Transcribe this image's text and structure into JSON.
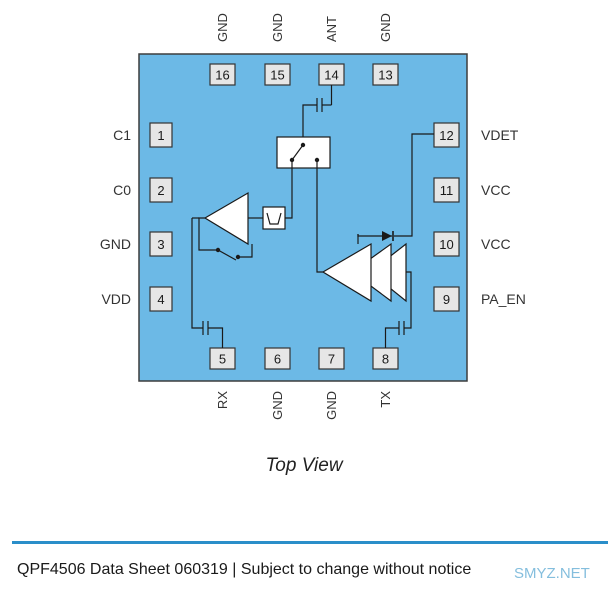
{
  "colors": {
    "die": "#6cb9e6",
    "die_border": "#3d3d3d",
    "pad_fill": "#e6e6e6",
    "rule": "#2a8ec9",
    "watermark": "#6fb3d8"
  },
  "pins": {
    "p1": {
      "num": "1",
      "label": "C1"
    },
    "p2": {
      "num": "2",
      "label": "C0"
    },
    "p3": {
      "num": "3",
      "label": "GND"
    },
    "p4": {
      "num": "4",
      "label": "VDD"
    },
    "p5": {
      "num": "5",
      "label": "RX"
    },
    "p6": {
      "num": "6",
      "label": "GND"
    },
    "p7": {
      "num": "7",
      "label": "GND"
    },
    "p8": {
      "num": "8",
      "label": "TX"
    },
    "p9": {
      "num": "9",
      "label": "PA_EN"
    },
    "p10": {
      "num": "10",
      "label": "VCC"
    },
    "p11": {
      "num": "11",
      "label": "VCC"
    },
    "p12": {
      "num": "12",
      "label": "VDET"
    },
    "p13": {
      "num": "13",
      "label": "GND"
    },
    "p14": {
      "num": "14",
      "label": "ANT"
    },
    "p15": {
      "num": "15",
      "label": "GND"
    },
    "p16": {
      "num": "16",
      "label": "GND"
    }
  },
  "caption": "Top View",
  "footer": "QPF4506 Data Sheet 060319  | Subject to change without notice",
  "watermark": "SMYZ.NET"
}
